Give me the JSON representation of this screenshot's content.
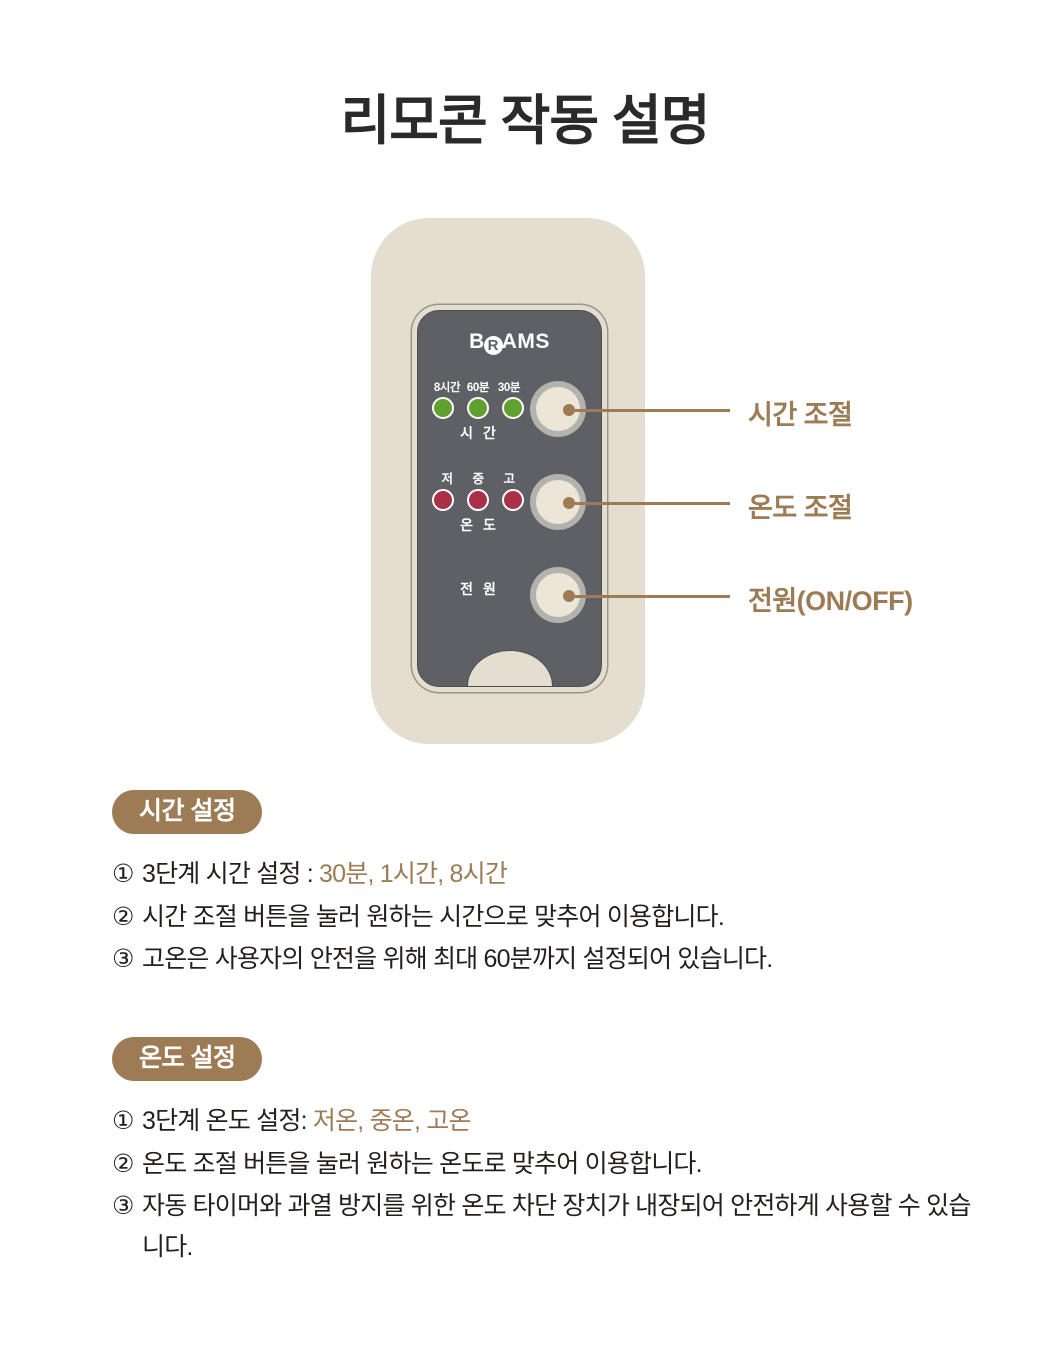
{
  "page": {
    "title": "리모콘 작동 설명"
  },
  "remote": {
    "brand": {
      "prefix": "B",
      "mark": "R",
      "suffix": "AMS"
    },
    "time_group": {
      "caps": [
        "8시간",
        "60분",
        "30분"
      ],
      "label": "시 간",
      "led_color": "#60a02e"
    },
    "temp_group": {
      "caps": [
        "저",
        "중",
        "고"
      ],
      "label": "온 도",
      "led_color": "#a93147"
    },
    "power_label": "전 원",
    "callouts": [
      {
        "label": "시간 조절"
      },
      {
        "label": "온도 조절"
      },
      {
        "label": "전원(ON/OFF)"
      }
    ],
    "colors": {
      "body": "#e4ded0",
      "panel": "#5e6065",
      "button_ring": "#b3b2ad",
      "button_face": "#ece6d8",
      "accent": "#9d7c55"
    }
  },
  "sections": [
    {
      "badge": "시간 설정",
      "bullets": [
        {
          "marker": "①",
          "text": "3단계 시간 설정 : ",
          "accent": "30분, 1시간, 8시간"
        },
        {
          "marker": "②",
          "text": "시간 조절 버튼을 눌러 원하는 시간으로 맞추어 이용합니다.",
          "accent": ""
        },
        {
          "marker": "③",
          "text": "고온은 사용자의 안전을 위해 최대 60분까지 설정되어 있습니다.",
          "accent": ""
        }
      ]
    },
    {
      "badge": "온도 설정",
      "bullets": [
        {
          "marker": "①",
          "text": "3단계 온도 설정: ",
          "accent": "저온, 중온, 고온"
        },
        {
          "marker": "②",
          "text": "온도 조절 버튼을 눌러 원하는 온도로 맞추어 이용합니다.",
          "accent": ""
        },
        {
          "marker": "③",
          "text": "자동 타이머와 과열 방지를 위한 온도 차단 장치가 내장되어 안전하게 사용할 수 있습니다.",
          "accent": ""
        }
      ]
    }
  ]
}
